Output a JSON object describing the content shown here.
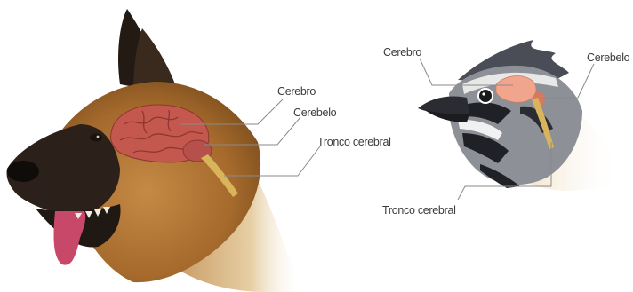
{
  "dog": {
    "labels": {
      "cerebro": "Cerebro",
      "cerebelo": "Cerebelo",
      "tronco": "Tronco cerebral"
    }
  },
  "bird": {
    "labels": {
      "cerebro": "Cerebro",
      "cerebelo": "Cerebelo",
      "tronco": "Tronco cerebral"
    }
  },
  "colors": {
    "leader_line": "#8a8a8a",
    "label_text": "#3a3a3a",
    "dog_fur": "#b07a3a",
    "dog_dark": "#2a1f18",
    "brain": "#c9615a",
    "brainstem": "#d9b45a",
    "bird_brain": "#f0a58c"
  }
}
